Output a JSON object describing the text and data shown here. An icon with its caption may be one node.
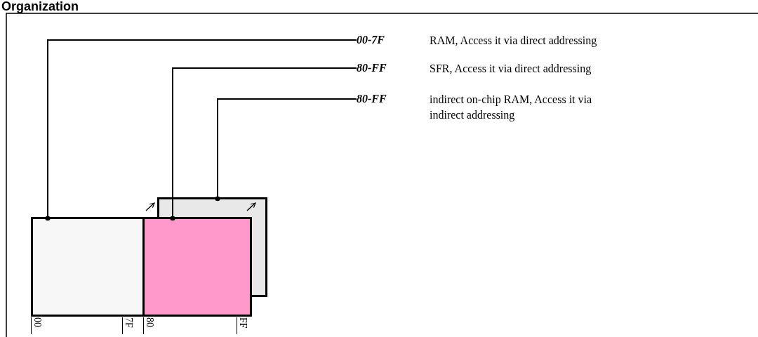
{
  "diagram": {
    "title": "Organization",
    "nodes": [
      {
        "text": [
          "00-7F",
          "RAM, Access it via direct addressing"
        ]
      },
      {
        "text": [
          "80-FF",
          "SFR, Access it via direct addressing"
        ]
      },
      {
        "text": [
          "80-FF",
          "indirect on-chip RAM, Access it via indirect addressing"
        ]
      },
      {
        "text": [],
        "shape": "box"
      },
      {
        "text": [],
        "shape": "box"
      },
      {
        "text": [],
        "shape": "box"
      }
    ],
    "edges": [
      {
        "from": 0,
        "to": 3,
        "arrow": "other"
      },
      {
        "from": 1,
        "to": 4,
        "arrow": "other"
      },
      {
        "from": 2,
        "to": 5,
        "arrow": "other"
      }
    ],
    "labels": [
      "00",
      "7F",
      "80",
      "FF"
    ]
  }
}
